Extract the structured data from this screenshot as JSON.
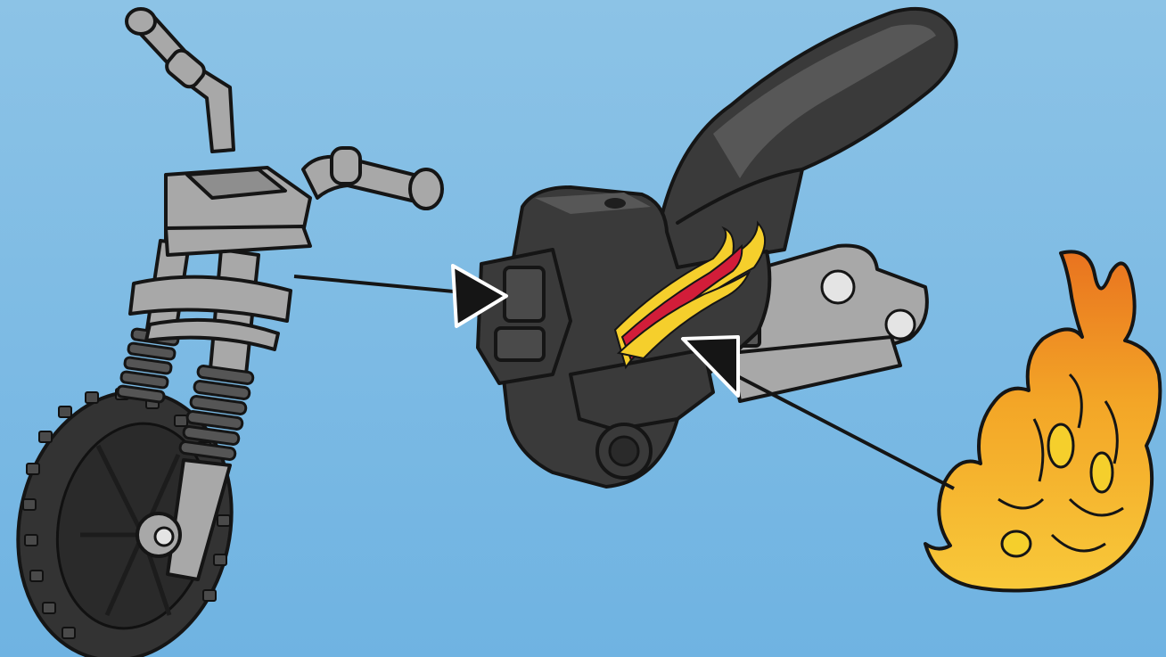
{
  "diagram": {
    "background_top": "#8cc3e6",
    "background_bottom": "#6fb3e2",
    "colors": {
      "front_fork_part": "#a8a8a8",
      "tire": "#333333",
      "body_part": "#3a3a3a",
      "body_highlight": "#575757",
      "flame_red": "#d21d39",
      "flame_yellow": "#f5cf2c",
      "flame_sticker_orange": "#e9731f",
      "outline": "#151515",
      "arrow": "#151515"
    },
    "parts": [
      {
        "id": "front-fork-assembly",
        "role": "source",
        "icon": "front-fork-wheel-icon"
      },
      {
        "id": "motorbike-body",
        "role": "target",
        "icon": "motorbike-body-icon"
      },
      {
        "id": "flame-decoration",
        "role": "source",
        "icon": "flame-icon"
      }
    ],
    "connections": [
      {
        "from": "front-fork-assembly",
        "to": "motorbike-body",
        "icon": "attach-arrow-icon"
      },
      {
        "from": "flame-decoration",
        "to": "motorbike-body",
        "icon": "attach-arrow-icon"
      }
    ]
  }
}
